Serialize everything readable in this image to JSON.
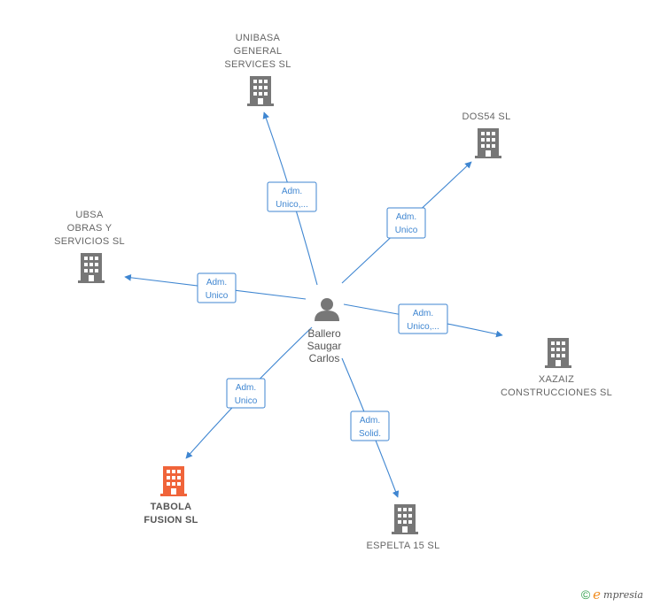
{
  "center": {
    "label_lines": [
      "Ballero",
      "Saugar",
      "Carlos"
    ],
    "icon": "person-icon"
  },
  "companies": [
    {
      "id": "unibasa",
      "label_lines": [
        "UNIBASA",
        "GENERAL",
        "SERVICES  SL"
      ],
      "icon": "building-icon",
      "color": "#777777",
      "main": false
    },
    {
      "id": "dos54",
      "label_lines": [
        "DOS54  SL"
      ],
      "icon": "building-icon",
      "color": "#777777",
      "main": false
    },
    {
      "id": "ubsa",
      "label_lines": [
        "UBSA",
        "OBRAS Y",
        "SERVICIOS  SL"
      ],
      "icon": "building-icon",
      "color": "#777777",
      "main": false
    },
    {
      "id": "xazaiz",
      "label_lines": [
        "XAZAIZ",
        "CONSTRUCCIONES SL"
      ],
      "icon": "building-icon",
      "color": "#777777",
      "main": false
    },
    {
      "id": "tabola",
      "label_lines": [
        "TABOLA",
        "FUSION  SL"
      ],
      "icon": "building-icon",
      "color": "#f0643a",
      "main": true
    },
    {
      "id": "espelta",
      "label_lines": [
        "ESPELTA 15  SL"
      ],
      "icon": "building-icon",
      "color": "#777777",
      "main": false
    }
  ],
  "edges": [
    {
      "to": "unibasa",
      "label_lines": [
        "Adm.",
        "Unico,..."
      ]
    },
    {
      "to": "dos54",
      "label_lines": [
        "Adm.",
        "Unico"
      ]
    },
    {
      "to": "ubsa",
      "label_lines": [
        "Adm.",
        "Unico"
      ]
    },
    {
      "to": "xazaiz",
      "label_lines": [
        "Adm.",
        "Unico,..."
      ]
    },
    {
      "to": "tabola",
      "label_lines": [
        "Adm.",
        "Unico"
      ]
    },
    {
      "to": "espelta",
      "label_lines": [
        "Adm.",
        "Solid."
      ]
    }
  ],
  "brand": {
    "copyright": "©",
    "initial": "e",
    "rest": "mpresia"
  },
  "colors": {
    "edge": "#3f86d1",
    "building": "#777777",
    "highlight": "#f0643a",
    "person": "#777777"
  }
}
